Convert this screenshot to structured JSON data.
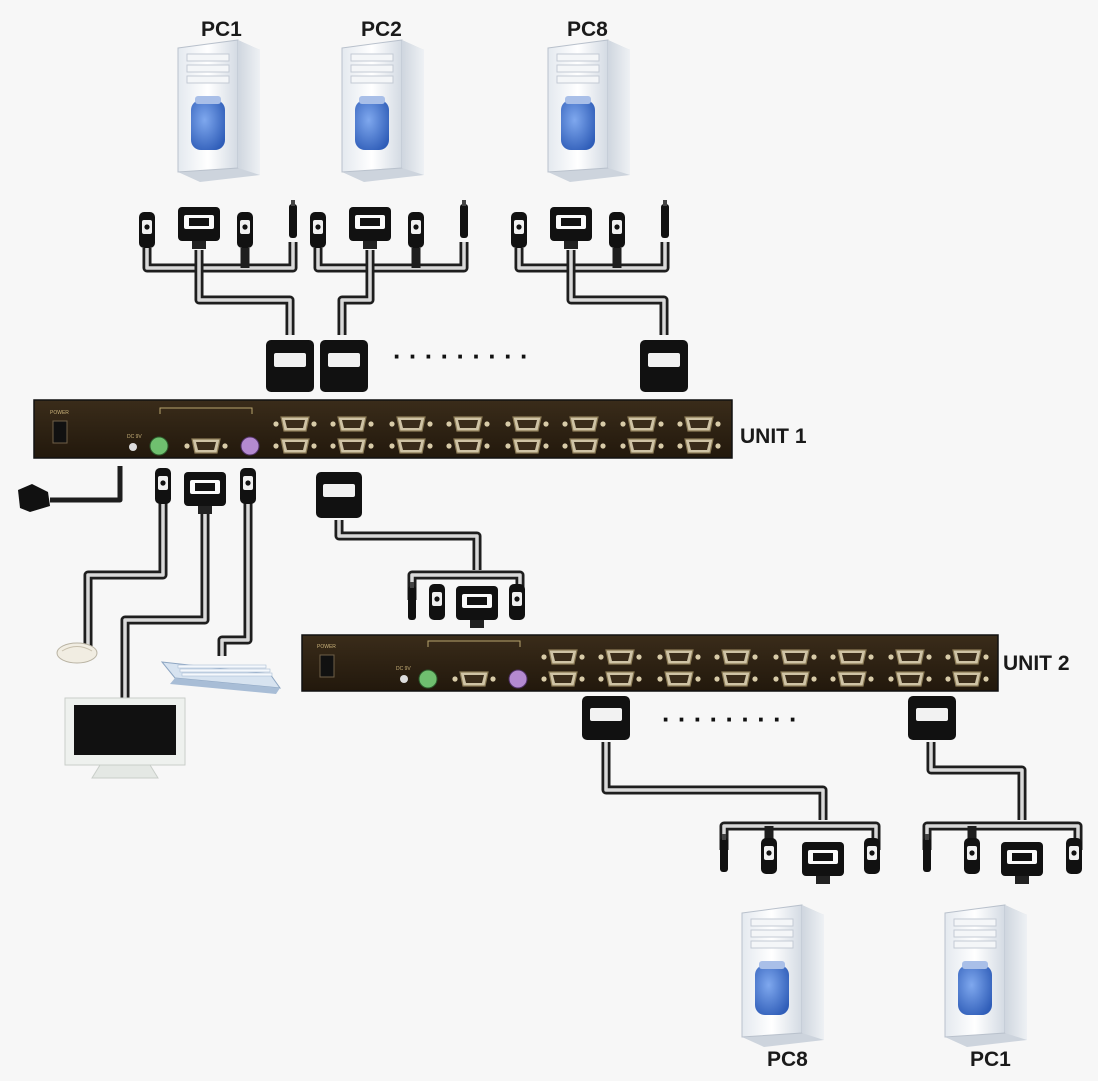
{
  "labels": {
    "top_pc_1": "PC1",
    "top_pc_2": "PC2",
    "top_pc_3": "PC8",
    "unit_1": "UNIT 1",
    "unit_2": "UNIT 2",
    "bottom_pc_1": "PC8",
    "bottom_pc_2": "PC1",
    "ellipsis_top": "· · · · · · · · ·",
    "ellipsis_bottom": "· · · · · · · · ·"
  },
  "icons": [
    "pc-tower-icon",
    "vga-connector-icon",
    "ps2-connector-icon",
    "kvm-switch-icon",
    "power-adapter-icon",
    "mouse-icon",
    "keyboard-icon",
    "monitor-icon"
  ],
  "colors": {
    "background": "#f7f7f7",
    "kvm_panel": "#2b2014",
    "pc_drive_blue": "#4a78d0",
    "cable": "#1e1e1e",
    "ps2_green": "#6fbf6f",
    "ps2_purple": "#b48ad0"
  }
}
